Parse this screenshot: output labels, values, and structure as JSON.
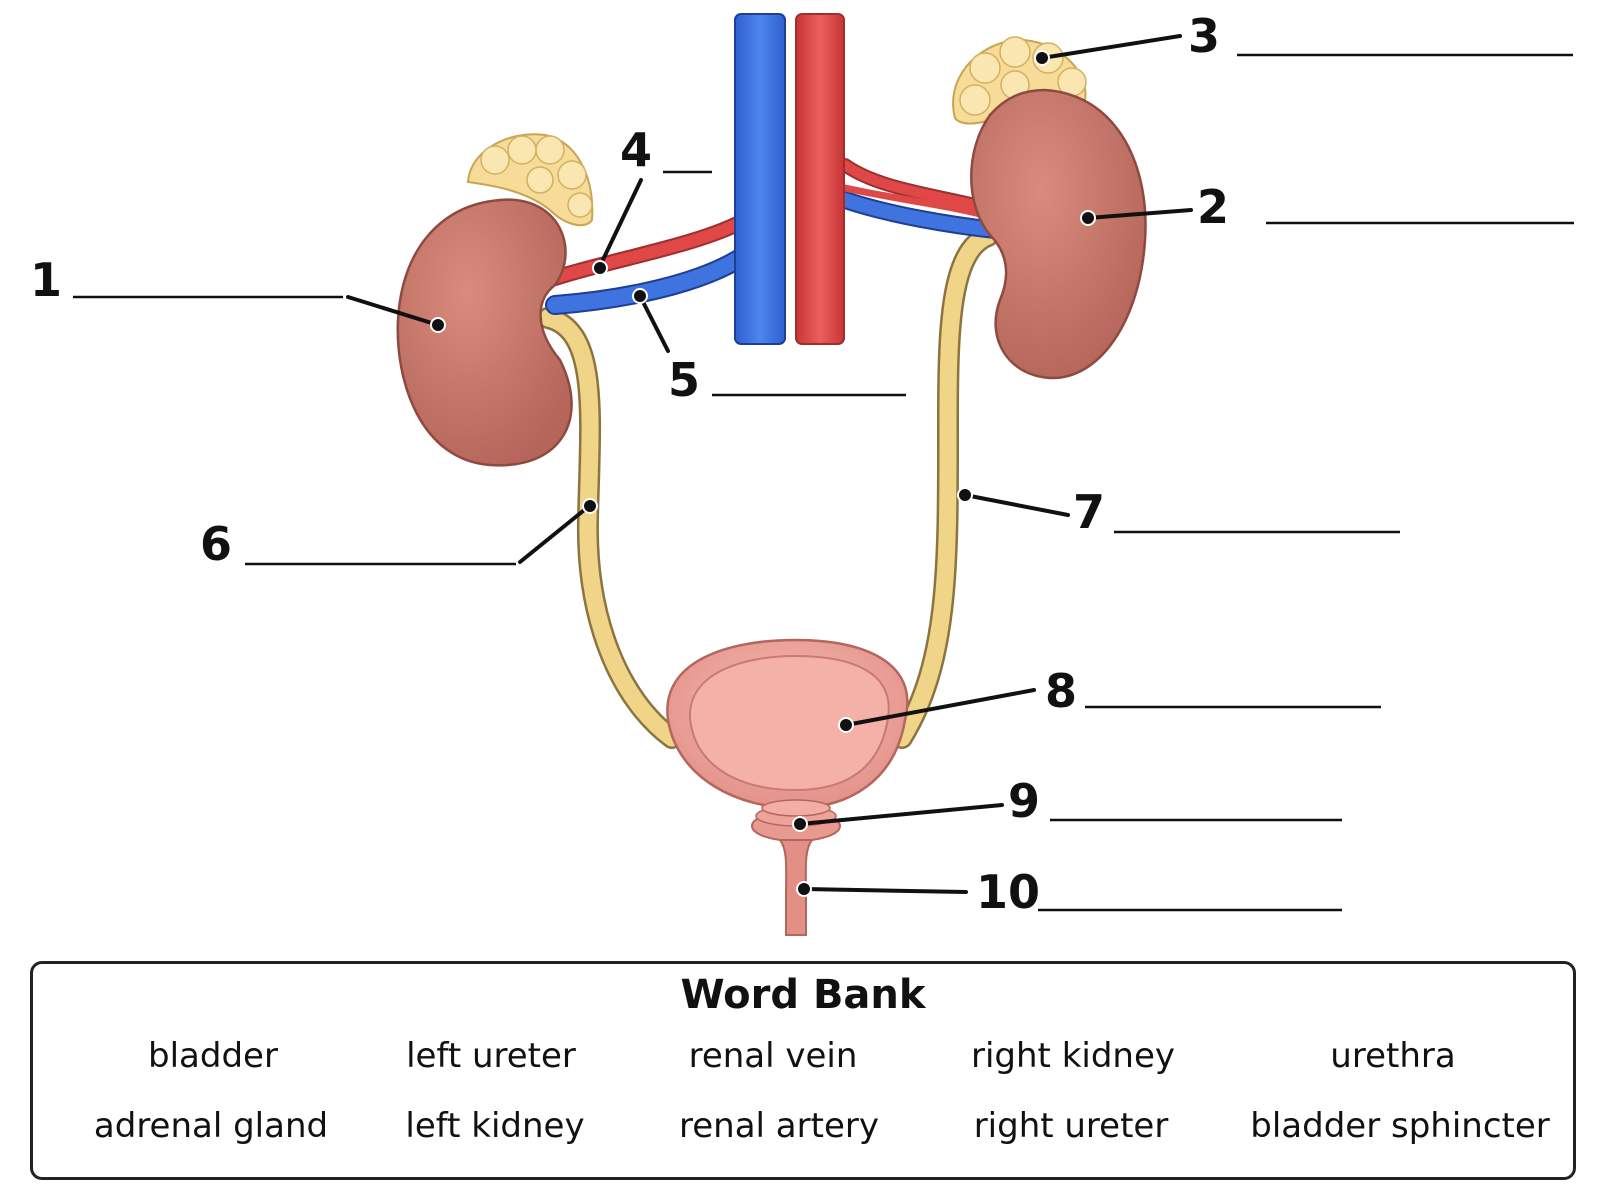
{
  "labels": [
    {
      "number": "1"
    },
    {
      "number": "2"
    },
    {
      "number": "3"
    },
    {
      "number": "4"
    },
    {
      "number": "5"
    },
    {
      "number": "6"
    },
    {
      "number": "7"
    },
    {
      "number": "8"
    },
    {
      "number": "9"
    },
    {
      "number": "10"
    }
  ],
  "colors": {
    "kidney": "#c9776a",
    "adrenal": "#f6dc98",
    "vein": "#3f73e0",
    "artery": "#e04848",
    "ureter": "#f0d488",
    "bladder": "#eea39a",
    "outline": "#222222"
  },
  "word_bank": {
    "title": "Word Bank",
    "terms": [
      "bladder",
      "left ureter",
      "renal vein",
      "right kidney",
      "urethra",
      "adrenal gland",
      "left kidney",
      "renal artery",
      "right ureter",
      "bladder sphincter"
    ]
  }
}
